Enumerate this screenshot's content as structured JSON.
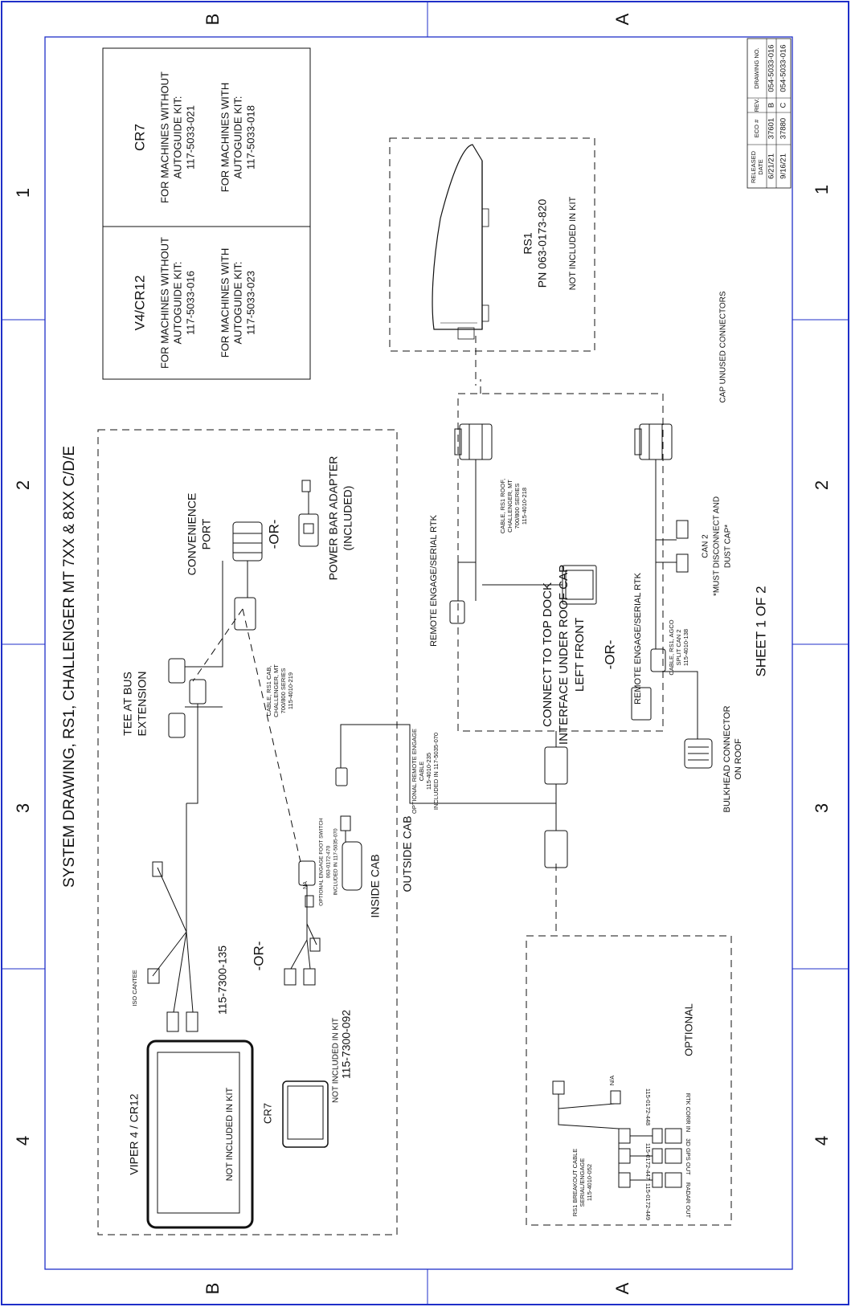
{
  "title": "SYSTEM DRAWING, RS1, CHALLENGER MT 7XX & 8XX C/D/E",
  "sheet": "SHEET 1 OF 2",
  "zones": {
    "top": [
      "B",
      "A"
    ],
    "bottom": [
      "B",
      "A"
    ],
    "left": [
      "1",
      "2",
      "3",
      "4"
    ],
    "right": [
      "1",
      "2",
      "3",
      "4"
    ]
  },
  "kit_table": {
    "v4": {
      "title": "V4/CR12",
      "without_1": "FOR MACHINES WITHOUT",
      "without_2": "AUTOGUIDE KIT:",
      "without_kit": "117-5033-016",
      "with_1": "FOR MACHINES WITH",
      "with_2": "AUTOGUIDE KIT:",
      "with_kit": "117-5033-023"
    },
    "cr7": {
      "title": "CR7",
      "without_1": "FOR MACHINES WITHOUT",
      "without_2": "AUTOGUIDE KIT:",
      "without_kit": "117-5033-021",
      "with_1": "FOR MACHINES WITH",
      "with_2": "AUTOGUIDE KIT:",
      "with_kit": "117-5033-018"
    }
  },
  "revision_table": {
    "headers": [
      "RELEASED",
      "DATE",
      "ECO #",
      "REV.",
      "DRAWING NO."
    ],
    "rows": [
      [
        "6/21/21",
        "37601",
        "B",
        "054-5033-016"
      ],
      [
        "9/16/21",
        "37880",
        "C",
        "054-5033-016"
      ]
    ]
  },
  "labels": {
    "rs1": "RS1",
    "rs1_pn": "PN 063-0173-820",
    "rs1_not_included": "NOT INCLUDED IN KIT",
    "cap_unused": "CAP UNUSED CONNECTORS",
    "remote_engage_top": "REMOTE ENGAGE/SERIAL RTK",
    "cable_roof_1": "CABLE, RS1 ROOF,",
    "cable_roof_2": "CHALLENGER, MT",
    "cable_roof_3": "700/800 SERIES",
    "cable_roof_4": "115-4010-218",
    "top_dock_1": "CONNECT TO TOP DOCK",
    "top_dock_2": "INTERFACE UNDER ROOF CAP",
    "top_dock_3": "LEFT FRONT",
    "or": "-OR-",
    "can2_1": "CAN 2",
    "can2_2": "*MUST DISCONNECT AND",
    "can2_3": "DUST CAP*",
    "agco_1": "CABLE, RS1, AGCO",
    "agco_2": "SPLIT CAN 2",
    "agco_3": "115-4010-138",
    "remote_engage_bottom": "REMOTE ENGAGE/SERIAL RTK",
    "bulkhead_1": "BULKHEAD CONNECTOR",
    "bulkhead_2": "ON ROOF",
    "convenience_1": "CONVENIENCE",
    "convenience_2": "PORT",
    "power_bar_1": "POWER BAR ADAPTER",
    "power_bar_2": "(INCLUDED)",
    "tee_1": "TEE AT BUS",
    "tee_2": "EXTENSION",
    "cab_cable_1": "CABLE, RS1 CAB,",
    "cab_cable_2": "CHALLENGER, MT",
    "cab_cable_3": "700/800 SERIES",
    "cab_cable_4": "115-4010-219",
    "opt_remote_1": "OPTIONAL REMOTE ENGAGE",
    "opt_remote_2": "CABLE",
    "opt_remote_3": "115-4010-235",
    "opt_remote_4": "INCLUDED IN 117-5035-070",
    "foot_1": "OPTIONAL ENGAGE FOOT SWITCH",
    "foot_2": "063-0172-470",
    "foot_3": "INCLUDED IN 117-5035-070",
    "inside_cab": "INSIDE CAB",
    "outside_cab": "OUTSIDE CAB",
    "iso_cantee": "ISO CANTEE",
    "cable_135": "115-7300-135",
    "cable_092": "115-7300-092",
    "viper": "VIPER 4 / CR12",
    "viper_not_included": "NOT INCLUDED IN KIT",
    "cr7": "CR7",
    "cr7_not_included": "NOT INCLUDED IN KIT",
    "na": "NA",
    "optional": "OPTIONAL",
    "breakout_1": "RS1 BREAKOUT CABLE",
    "breakout_2": "SERIAL/ENGAGE",
    "breakout_3": "115-4010-052",
    "na2": "N/A",
    "rtk_corr": "RTK CORR IN",
    "gps_out": "3D GPS OUT",
    "radar_out": "RADAR OUT",
    "p448": "115-0172-448",
    "p447": "115-0172-447",
    "p449": "115-0172-449"
  }
}
